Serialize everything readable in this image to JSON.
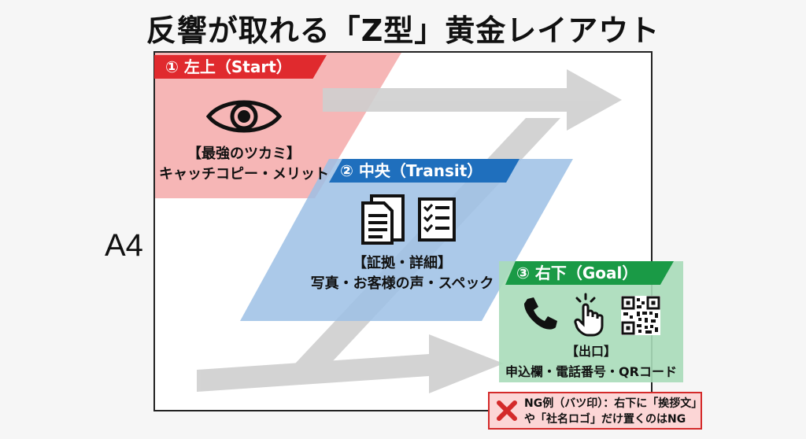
{
  "title": "反響が取れる「Z型」黄金レイアウト",
  "page_label": "A4",
  "sections": {
    "start": {
      "label": "① 左上（Start）",
      "caption_1": "【最強のツカミ】",
      "caption_2": "キャッチコピー・メリット",
      "color": "#e02a2e",
      "icon": "eye-icon"
    },
    "transit": {
      "label": "② 中央（Transit）",
      "caption_1": "【証拠・詳細】",
      "caption_2": "写真・お客様の声・スペック",
      "color": "#1f6fbd",
      "icons": [
        "documents-icon",
        "checklist-icon"
      ]
    },
    "goal": {
      "label": "③ 右下（Goal）",
      "caption_1": "【出口】",
      "caption_2": "申込欄・電話番号・QRコード",
      "color": "#1a9a46",
      "icons": [
        "phone-icon",
        "tap-hand-icon",
        "qr-code-icon"
      ]
    }
  },
  "ng_note": {
    "line_1": "NG例（バツ印）：右下に「挨拶文」",
    "line_2": "や「社名ロゴ」だけ置くのはNG",
    "icon": "cross-icon",
    "color": "#d42a2a"
  }
}
